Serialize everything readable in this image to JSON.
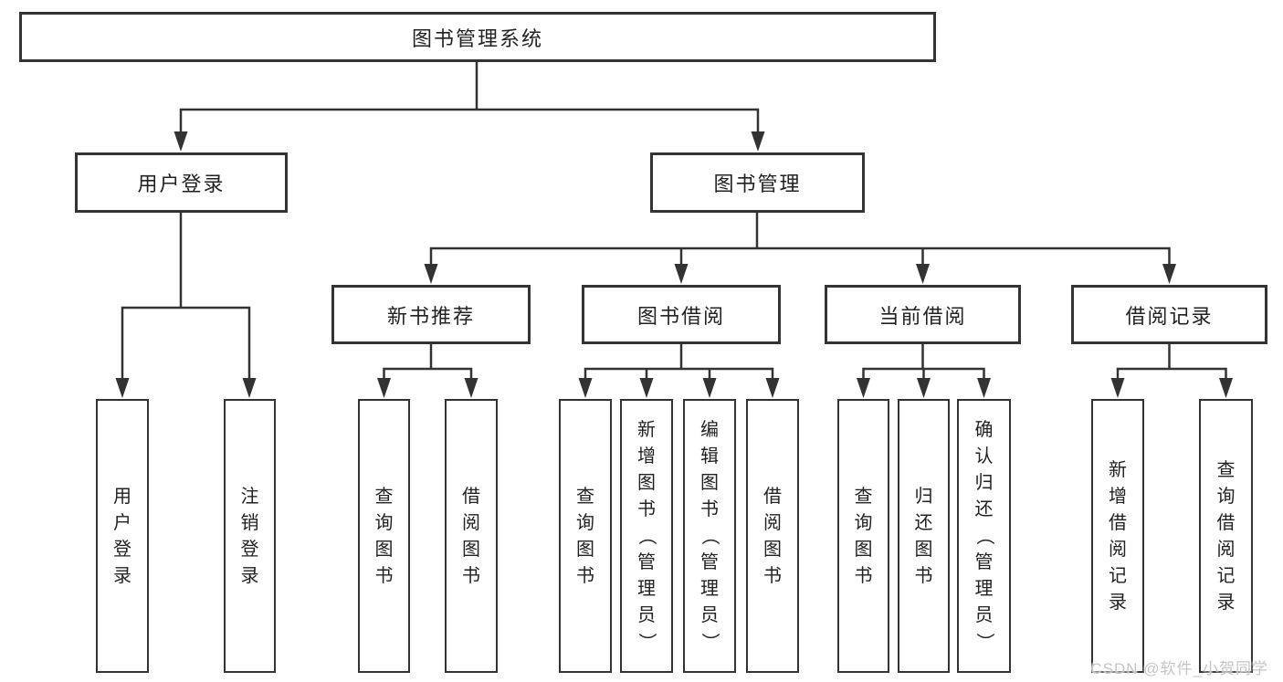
{
  "tree": {
    "root": "图书管理系统",
    "level2": {
      "user_login": "用户登录",
      "book_management": "图书管理"
    },
    "level3": {
      "new_book_recommend": "新书推荐",
      "book_borrowing": "图书借阅",
      "current_borrowing": "当前借阅",
      "borrowing_records": "借阅记录"
    },
    "leaves": {
      "user_login_children": [
        "用户登录",
        "注销登录"
      ],
      "new_book_recommend_children": [
        "查询图书",
        "借阅图书"
      ],
      "book_borrowing_children": [
        "查询图书",
        "新增图书（管理员）",
        "编辑图书（管理员）",
        "借阅图书"
      ],
      "current_borrowing_children": [
        "查询图书",
        "归还图书",
        "确认归还（管理员）"
      ],
      "borrowing_records_children": [
        "新增借阅记录",
        "查询借阅记录"
      ]
    }
  },
  "watermark": "CSDN @软件_小贺同学",
  "colors": {
    "line": "#333333",
    "box_border": "#333333",
    "box_fill": "#ffffff",
    "text": "#222222",
    "watermark_text": "#c5c5c5",
    "background": "#ffffff"
  }
}
